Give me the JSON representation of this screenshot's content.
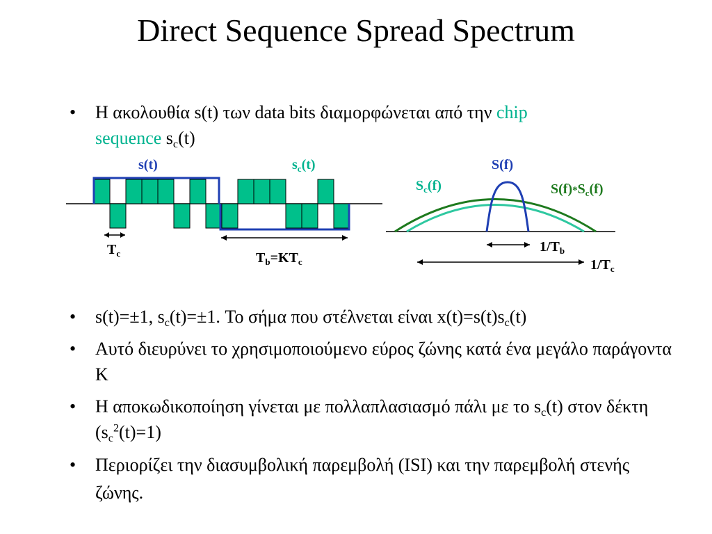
{
  "title": "Direct Sequence Spread Spectrum",
  "bullets": [
    {
      "pre": "Η ακολουθία s(t) των data bits διαμορφώνεται από την ",
      "highlight_1": "chip",
      "highlight_2": "sequence",
      "post": " s",
      "sub": "c",
      "post2": "(t)"
    },
    {
      "p1": "s(t)=±1, s",
      "sub1": "c",
      "p2": "(t)=±1. Το σήμα που στέλνεται είναι x(t)=s(t)s",
      "sub2": "c",
      "p3": "(t)"
    },
    {
      "text": "Αυτό διευρύνει το χρησιμοποιούμενο εύρος ζώνης κατά ένα μεγάλο παράγοντα K"
    },
    {
      "p1": "Η αποκωδικοποίηση γίνεται με πολλαπλασιασμό πάλι με το s",
      "sub1": "c",
      "p2": "(t) στον δέκτη (s",
      "sub2": "c",
      "sup": "2",
      "p3": "(t)=1)"
    },
    {
      "text": "Περιορίζει την διασυμβολική παρεμβολή (ISI) και την παρεμβολή στενής ζώνης."
    }
  ],
  "bullet_symbol": "•",
  "figure": {
    "label_s": "s(t)",
    "label_sc_main": "s",
    "label_sc_sub": "c",
    "label_sc_tail": "(t)",
    "label_tc_main": "T",
    "label_tc_sub": "c",
    "label_tb_main": "T",
    "label_tb_sub": "b",
    "label_tb_mid": "=KT",
    "label_tb_sub2": "c",
    "spec_S": "S(f)",
    "spec_Sc_main": "S",
    "spec_Sc_sub": "c",
    "spec_Sc_tail": "(f)",
    "spec_conv_pre": "S(f)",
    "spec_conv_star": "*",
    "spec_conv_main": "S",
    "spec_conv_sub": "c",
    "spec_conv_tail": "(f)",
    "spec_tb_main": "1/T",
    "spec_tb_sub": "b",
    "spec_tc_main": "1/T",
    "spec_tc_sub": "c",
    "colors": {
      "chip_fill": "#00c08b",
      "bit_outline": "#1f3fb3",
      "narrow": "#1f3fb3",
      "wide_dark": "#1e7a1e",
      "wide_teal": "#2ec8a0"
    }
  }
}
